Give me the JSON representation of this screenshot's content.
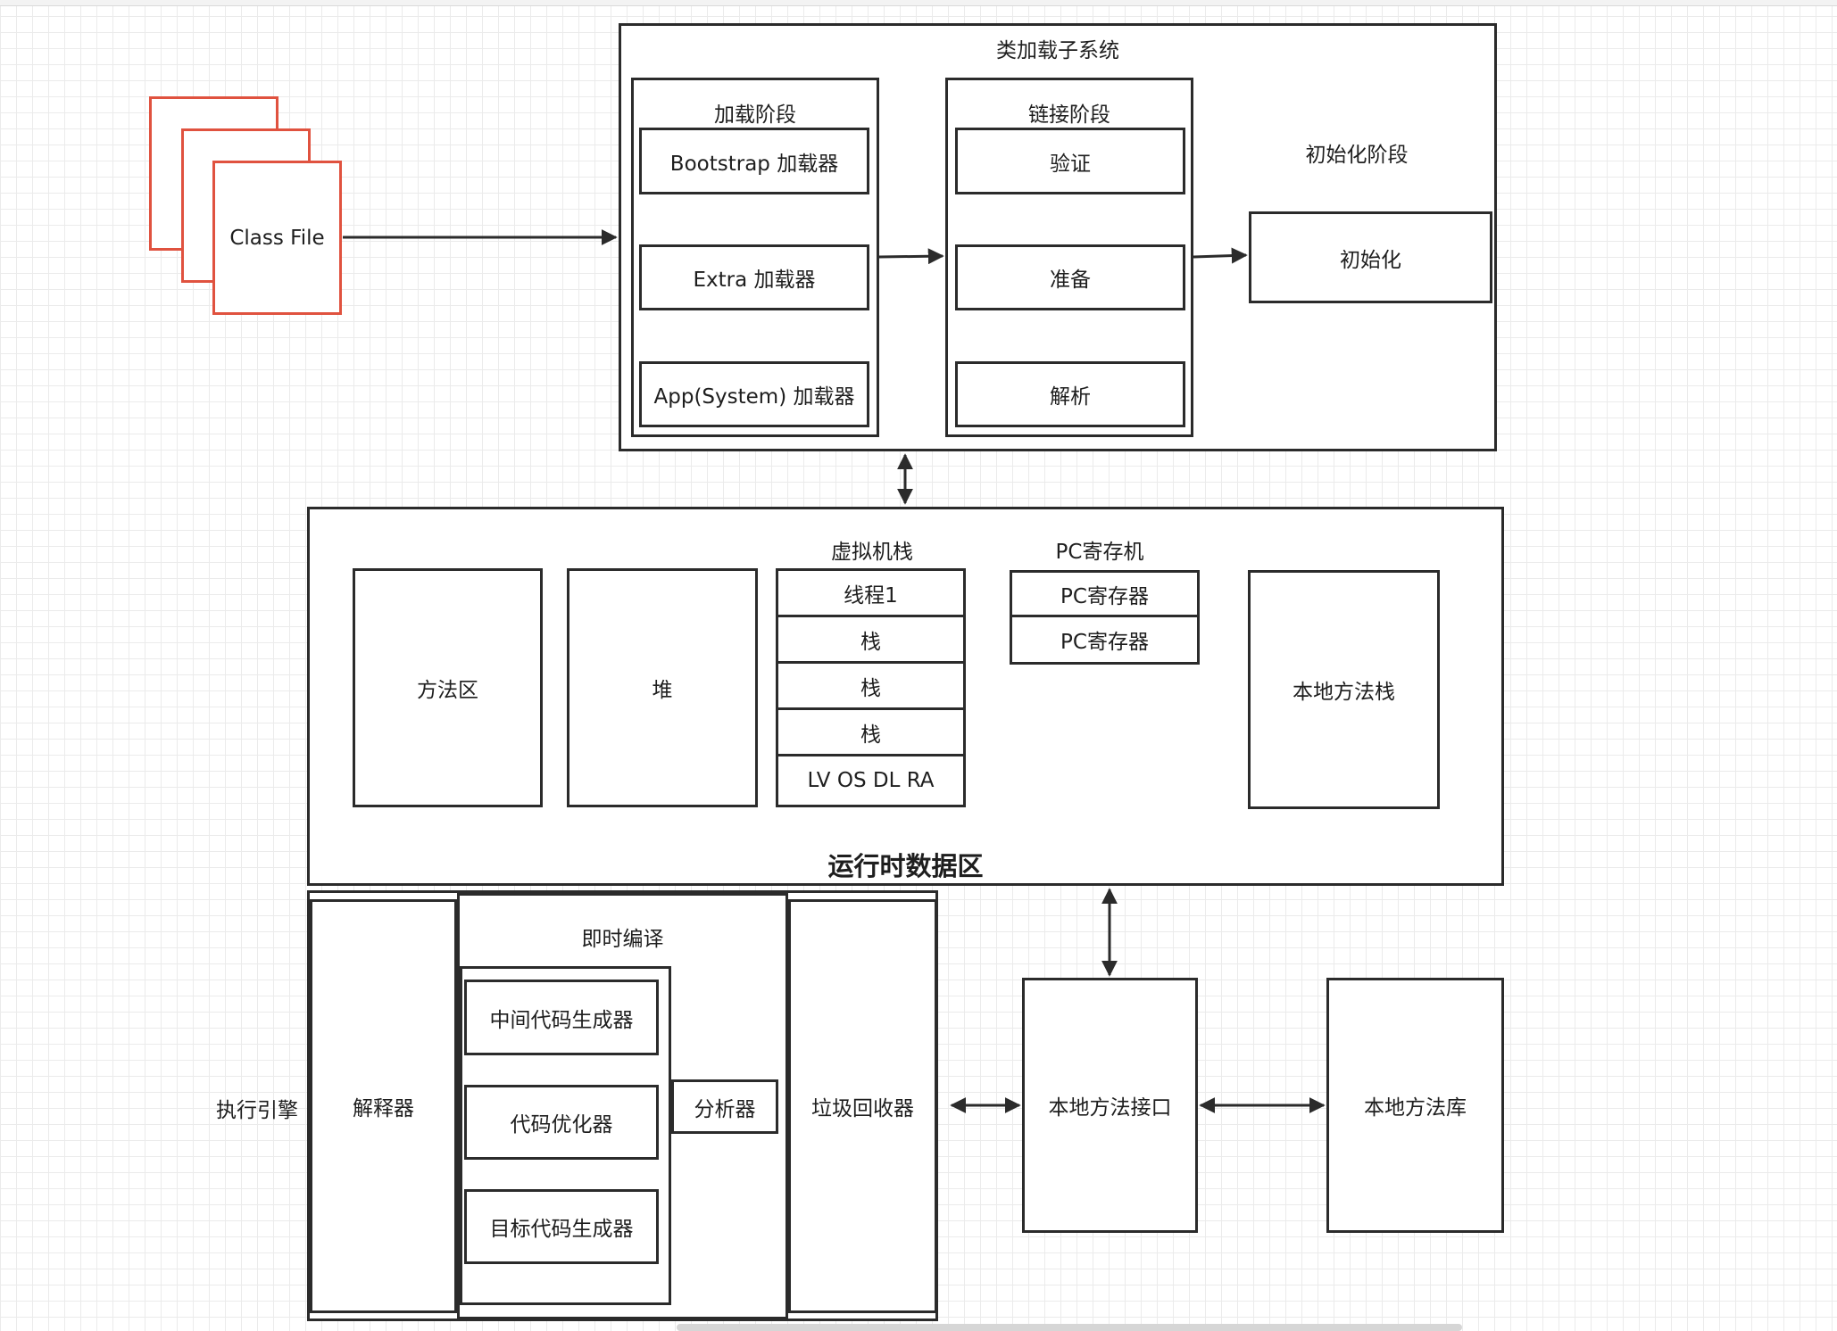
{
  "class_file": {
    "label": "Class File"
  },
  "class_loader": {
    "title": "类加载子系统",
    "loading": {
      "title": "加载阶段",
      "items": [
        "Bootstrap 加载器",
        "Extra 加载器",
        "App(System) 加载器"
      ]
    },
    "linking": {
      "title": "链接阶段",
      "items": [
        "验证",
        "准备",
        "解析"
      ]
    },
    "init": {
      "title": "初始化阶段",
      "item": "初始化"
    }
  },
  "runtime": {
    "title": "运行时数据区",
    "method_area": "方法区",
    "heap": "堆",
    "vm_stack": {
      "title": "虚拟机栈",
      "rows": [
        "线程1",
        "栈",
        "栈",
        "栈",
        "LV OS DL RA"
      ]
    },
    "pc": {
      "title": "PC寄存机",
      "rows": [
        "PC寄存器",
        "PC寄存器"
      ]
    },
    "native_stack": "本地方法栈"
  },
  "engine": {
    "label": "执行引擎",
    "interpreter": "解释器",
    "jit": {
      "title": "即时编译",
      "items": [
        "中间代码生成器",
        "代码优化器",
        "目标代码生成器"
      ],
      "analyzer": "分析器"
    },
    "gc": "垃圾回收器"
  },
  "native_interface": "本地方法接口",
  "native_library": "本地方法库"
}
